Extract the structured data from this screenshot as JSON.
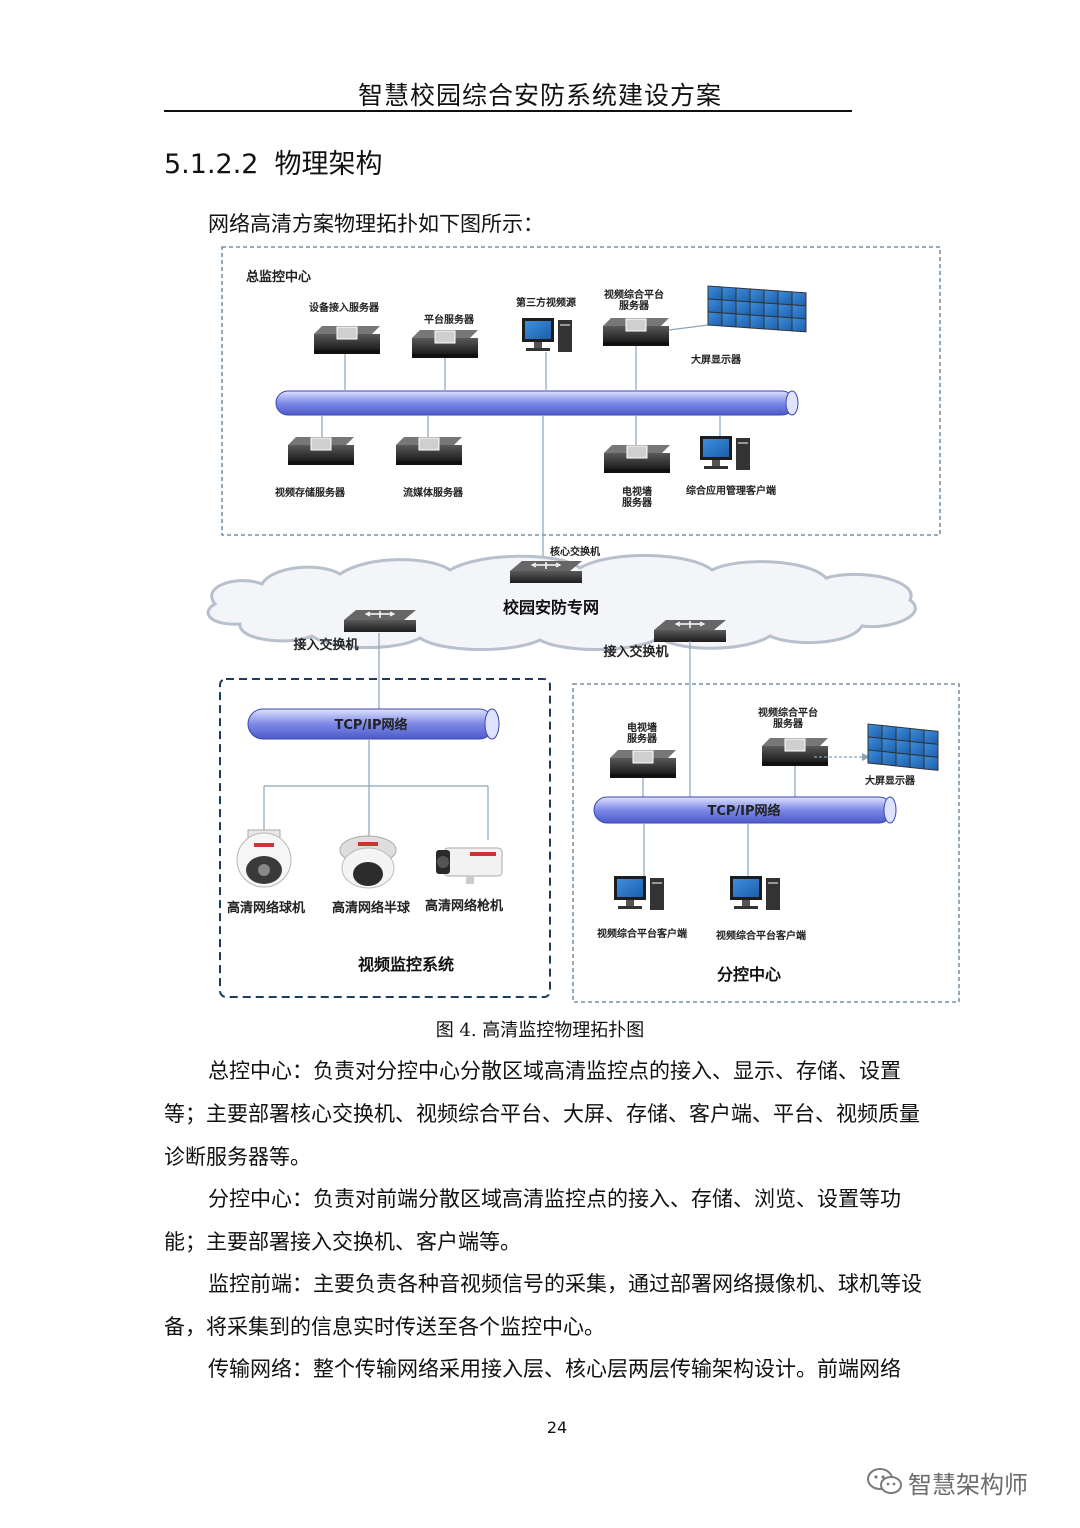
{
  "header": {
    "title": "智慧校园综合安防系统建设方案"
  },
  "section": {
    "number": "5.1.2.2",
    "title": "物理架构"
  },
  "intro": "网络高清方案物理拓扑如下图所示：",
  "diagram": {
    "main_center": "总监控中心",
    "access_server": "设备接入服务器",
    "platform_server": "平台服务器",
    "third_party": "第三方视频源",
    "vip_server_l1": "视频综合平台",
    "vip_server_l2": "服务器",
    "big_screen": "大屏显示器",
    "storage_server": "视频存储服务器",
    "streaming_server": "流媒体服务器",
    "tvwall_l1": "电视墙",
    "tvwall_l2": "服务器",
    "mgmt_client": "综合应用管理客户端",
    "core_switch": "核心交换机",
    "campus_net": "校园安防专网",
    "access_switch_left": "接入交换机",
    "access_switch_right": "接入交换机",
    "tcpip_left": "TCP/IP网络",
    "cam_dome": "高清网络球机",
    "cam_semi": "高清网络半球",
    "cam_bullet": "高清网络枪机",
    "video_system": "视频监控系统",
    "sub_tvwall_l1": "电视墙",
    "sub_tvwall_l2": "服务器",
    "sub_vip_l1": "视频综合平台",
    "sub_vip_l2": "服务器",
    "sub_screen": "大屏显示器",
    "tcpip_right": "TCP/IP网络",
    "sub_client_1": "视频综合平台客户端",
    "sub_client_2": "视频综合平台客户端",
    "sub_center": "分控中心"
  },
  "caption": "图 4.  高清监控物理拓扑图",
  "paragraphs": [
    "总控中心：负责对分控中心分散区域高清监控点的接入、显示、存储、设置等；主要部署核心交换机、视频综合平台、大屏、存储、客户端、平台、视频质量诊断服务器等。",
    "分控中心：负责对前端分散区域高清监控点的接入、存储、浏览、设置等功能；主要部署接入交换机、客户端等。",
    "监控前端：主要负责各种音视频信号的采集，通过部署网络摄像机、球机等设备，将采集到的信息实时传送至各个监控中心。",
    "传输网络：整个传输网络采用接入层、核心层两层传输架构设计。前端网络"
  ],
  "page_number": "24",
  "watermark": "智慧架构师"
}
